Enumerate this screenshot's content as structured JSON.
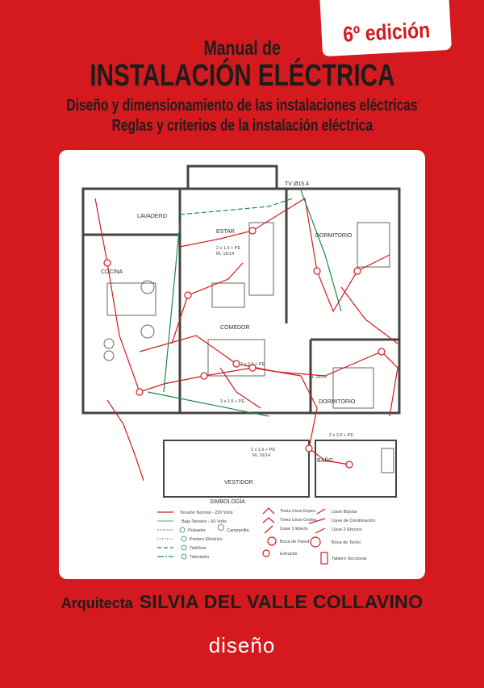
{
  "badge": {
    "edition": "6º edición"
  },
  "title": {
    "pre": "Manual de",
    "main": "INSTALACIÓN ELÉCTRICA",
    "subtitle1": "Diseño y dimensionamiento de las instalaciones eléctricas",
    "subtitle2": "Reglas y criterios de la instalación eléctrica"
  },
  "plan": {
    "rooms": [
      "LAVADERO",
      "ESTAR",
      "DORMITORIO",
      "COCINA",
      "COMEDOR",
      "DORMITORIO",
      "BAÑO",
      "VESTIDOR"
    ],
    "tv_label": "TV Ø15.4",
    "wire_labels": [
      "2 x 1,5 + PE",
      "RL 16/14",
      "2 x 2,5 + PE",
      "3 x 1,5 + PE",
      "2 x 1,5 + PE",
      "RL 16/14",
      "2 x 2,5 + PE",
      "RL 16/14"
    ]
  },
  "legend": {
    "title": "SIMBOLOGÍA",
    "items": [
      "Tensión Normal - 220 Volts",
      "Baja Tensión - 50 Volts",
      "Pulsador",
      "Campanilla",
      "Portero Eléctrico",
      "Teléfono",
      "Televisión",
      "Toma Usos Espec.",
      "Toma Usos Grales.",
      "Llave 1 Efecto",
      "Boca de Pared",
      "Extractor",
      "Llave Bipolar",
      "Llave de Combinación",
      "Llave 2 Efectos",
      "Boca de Techo",
      "Tablero Seccional"
    ]
  },
  "author": {
    "prefix": "Arquitecta",
    "name": "SILVIA DEL VALLE COLLAVINO"
  },
  "publisher": "diseño",
  "colors": {
    "background": "#d41a1f",
    "text": "#1d1d1b",
    "wiring": "#d41a1f",
    "low_voltage": "#1a8a4a"
  }
}
